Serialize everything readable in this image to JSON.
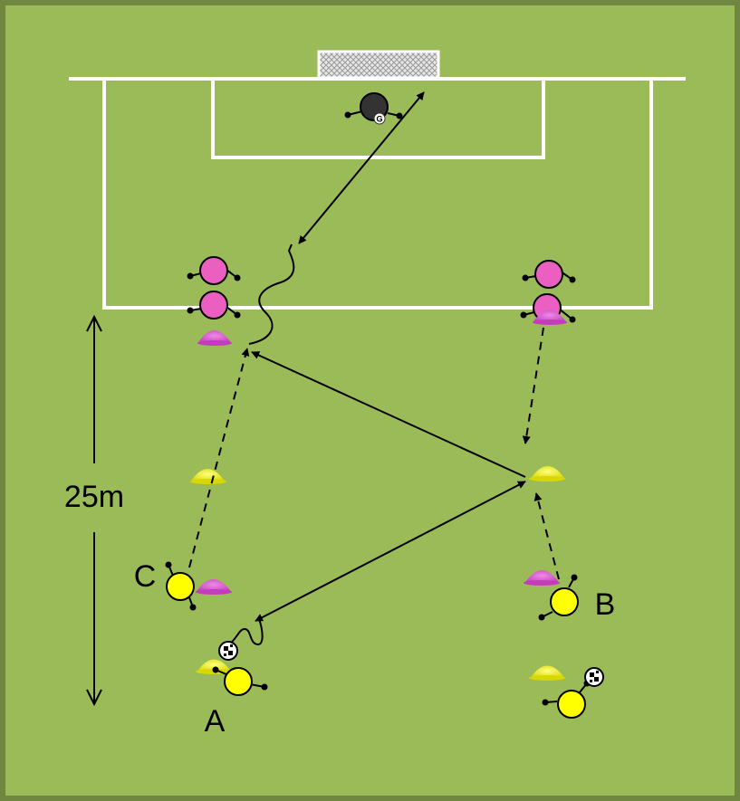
{
  "diagram": {
    "distance_label": "25m",
    "player_labels": {
      "a": "A",
      "b": "B",
      "c": "C"
    },
    "goalkeeper_marker": "G"
  },
  "colors": {
    "pitch_green": "#9bbb59",
    "pitch_border": "#6f8740",
    "line_white": "#ffffff",
    "player_yellow": "#ffff00",
    "defender_pink": "#ea5fbf",
    "cone_yellow": "#ffff00",
    "cone_pink": "#d94fd0",
    "goalkeeper": "#333333"
  }
}
